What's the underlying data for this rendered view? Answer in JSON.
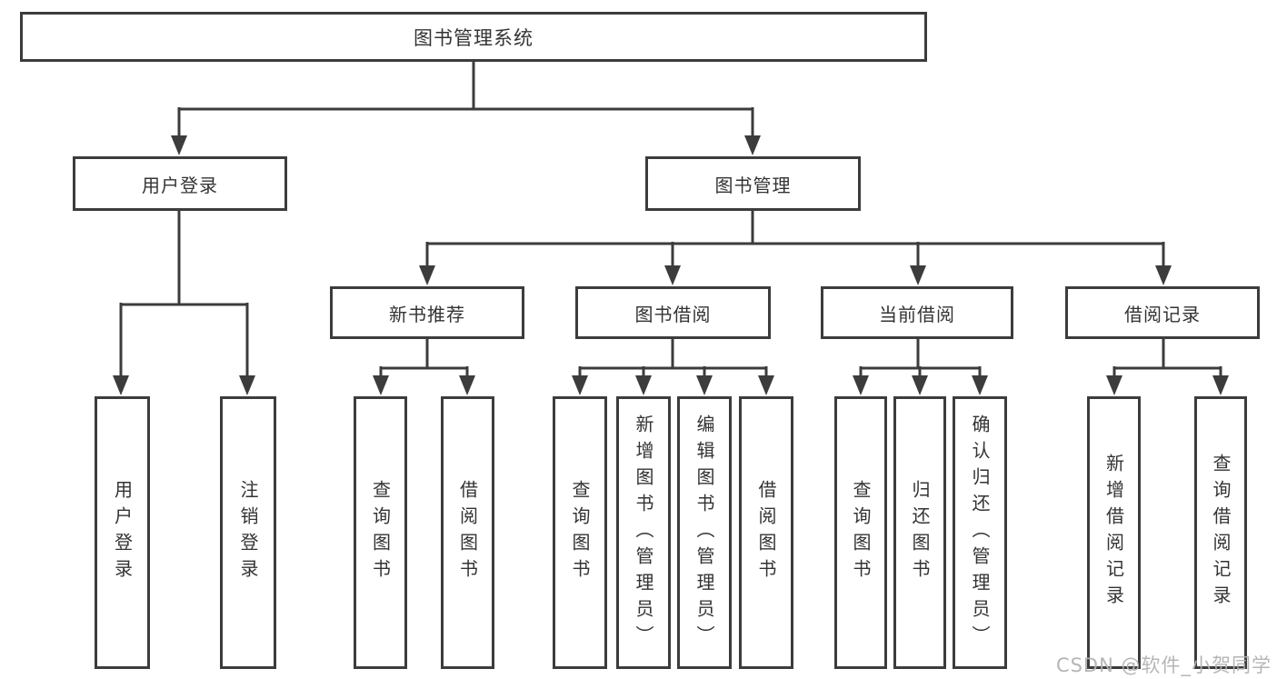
{
  "diagram": {
    "root": {
      "label": "图书管理系统"
    },
    "branches": [
      {
        "label": "用户登录",
        "children": [
          {
            "label": "用户登录"
          },
          {
            "label": "注销登录"
          }
        ]
      },
      {
        "label": "图书管理",
        "children": [
          {
            "label": "新书推荐",
            "children": [
              {
                "label": "查询图书"
              },
              {
                "label": "借阅图书"
              }
            ]
          },
          {
            "label": "图书借阅",
            "children": [
              {
                "label": "查询图书"
              },
              {
                "label": "新增图书（管理员）"
              },
              {
                "label": "编辑图书（管理员）"
              },
              {
                "label": "借阅图书"
              }
            ]
          },
          {
            "label": "当前借阅",
            "children": [
              {
                "label": "查询图书"
              },
              {
                "label": "归还图书"
              },
              {
                "label": "确认归还（管理员）"
              }
            ]
          },
          {
            "label": "借阅记录",
            "children": [
              {
                "label": "新增借阅记录"
              },
              {
                "label": "查询借阅记录"
              }
            ]
          }
        ]
      }
    ]
  },
  "watermark": {
    "text": "CSDN @软件_小贺同学"
  },
  "colors": {
    "line": "#3c3c3c",
    "text": "#333333",
    "background": "#ffffff",
    "watermark": "#b2b2b2"
  }
}
